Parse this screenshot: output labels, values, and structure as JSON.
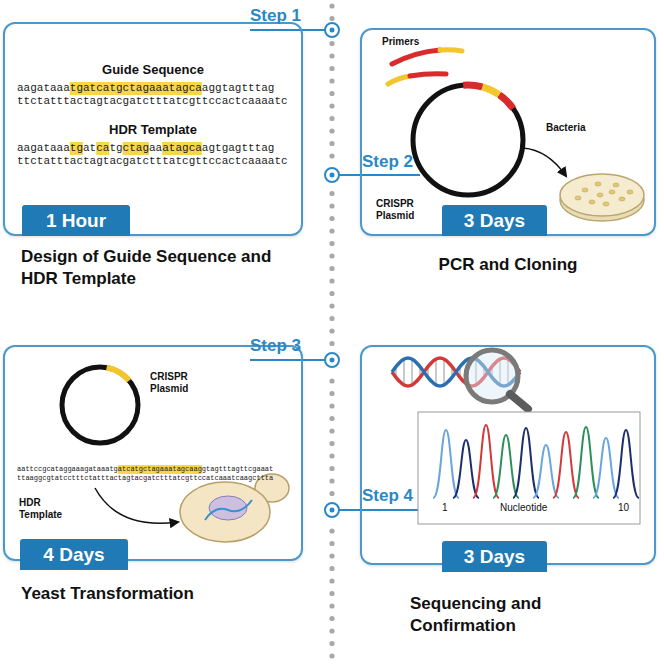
{
  "diagram": {
    "nodes": [
      {
        "text": [
          "Guide Sequence",
          "aagataaatgatcatgctagaaatagcaaggtagtttag",
          "ttctatttactagtacgatctttatcgttccactcaaaatc",
          "HDR Template",
          "aagataaatgatcatgctagaaatagcaagtgagtttag",
          "ttctatttactagtacgatctttatcgttccactcaaaatc",
          "Design of Guide Sequence and HDR Template"
        ]
      },
      {
        "text": [
          "1 Hour"
        ],
        "in": 0
      },
      {
        "text": [
          "Primers",
          "CRISPR Plasmid",
          "Bacteria",
          "PCR and Cloning"
        ]
      },
      {
        "text": [
          "3 Days"
        ],
        "in": 2
      },
      {
        "text": [
          "CRISPR Plasmid",
          "aattccgcataggaaagataaatgatcatgctagaaatagcaaggtagtttagttcgaaat",
          "ttaaggcgtatcctttctatttactagtacgatctttatcgttccatcaaatcaagcttta",
          "HDR Template",
          "Yeast Transformation"
        ]
      },
      {
        "text": [
          "4 Days"
        ],
        "in": 4
      },
      {
        "text": [
          "1",
          "10",
          "Nucleotide",
          "Sequencing and Confirmation"
        ]
      },
      {
        "text": [
          "3 Days"
        ],
        "in": 6
      }
    ],
    "labels": [
      "Step 1",
      "Step 2",
      "Step 3",
      "Step 4"
    ]
  }
}
